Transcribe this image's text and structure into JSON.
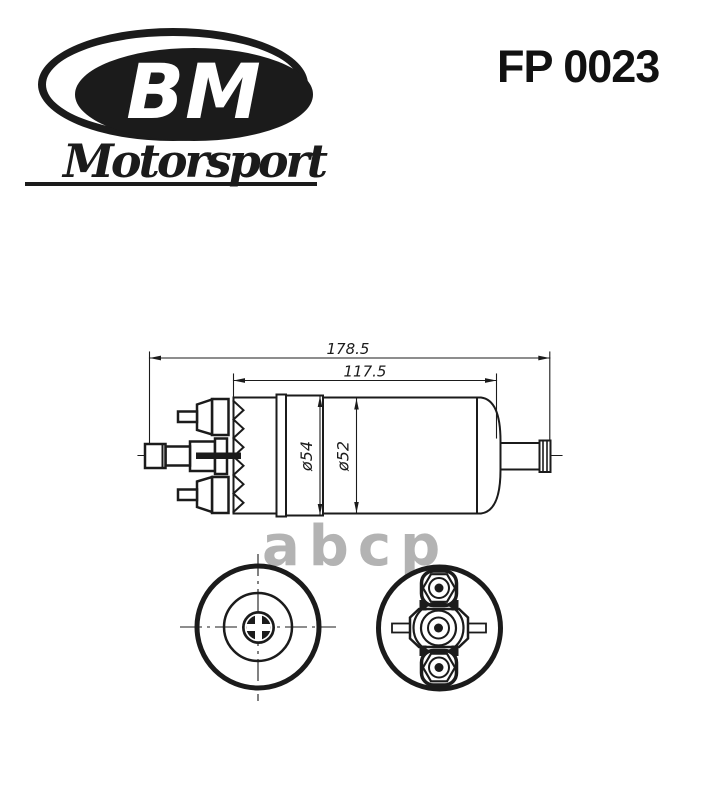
{
  "logo": {
    "initials": "BM",
    "wordmark": "Motorsport"
  },
  "part_number": "FP 0023",
  "watermark": "abcp",
  "drawing": {
    "dim_overall_length": "178.5",
    "dim_body_length": "117.5",
    "dim_outer_diameter": "ø54",
    "dim_body_diameter": "ø52"
  },
  "colors": {
    "line": "#1b1b1b",
    "watermark": "#b3b3b3",
    "background": "#ffffff"
  }
}
